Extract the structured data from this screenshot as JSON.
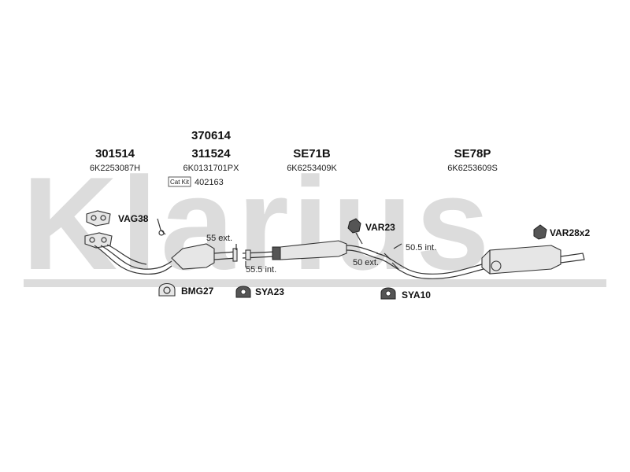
{
  "watermark": "Klarius",
  "columns": [
    {
      "part_numbers": [
        "301514"
      ],
      "oem": "6K2253087H"
    },
    {
      "part_numbers": [
        "370614",
        "311524"
      ],
      "oem": "6K0131701PX",
      "cat_kit_label": "Cat Kit",
      "cat_kit_number": "402163"
    },
    {
      "part_numbers": [
        "SE71B"
      ],
      "oem": "6K6253409K"
    },
    {
      "part_numbers": [
        "SE78P"
      ],
      "oem": "6K6253609S"
    }
  ],
  "accessories": {
    "vag": "VAG38",
    "bmg": "BMG27",
    "sya23": "SYA23",
    "var23": "VAR23",
    "sya10": "SYA10",
    "var28": "VAR28x2"
  },
  "dimensions": {
    "ext55": "55 ext.",
    "int555": "55.5 int.",
    "int505": "50.5 int.",
    "ext50": "50 ext."
  },
  "colors": {
    "watermark": "#dcdcdc",
    "line": "#333333"
  }
}
